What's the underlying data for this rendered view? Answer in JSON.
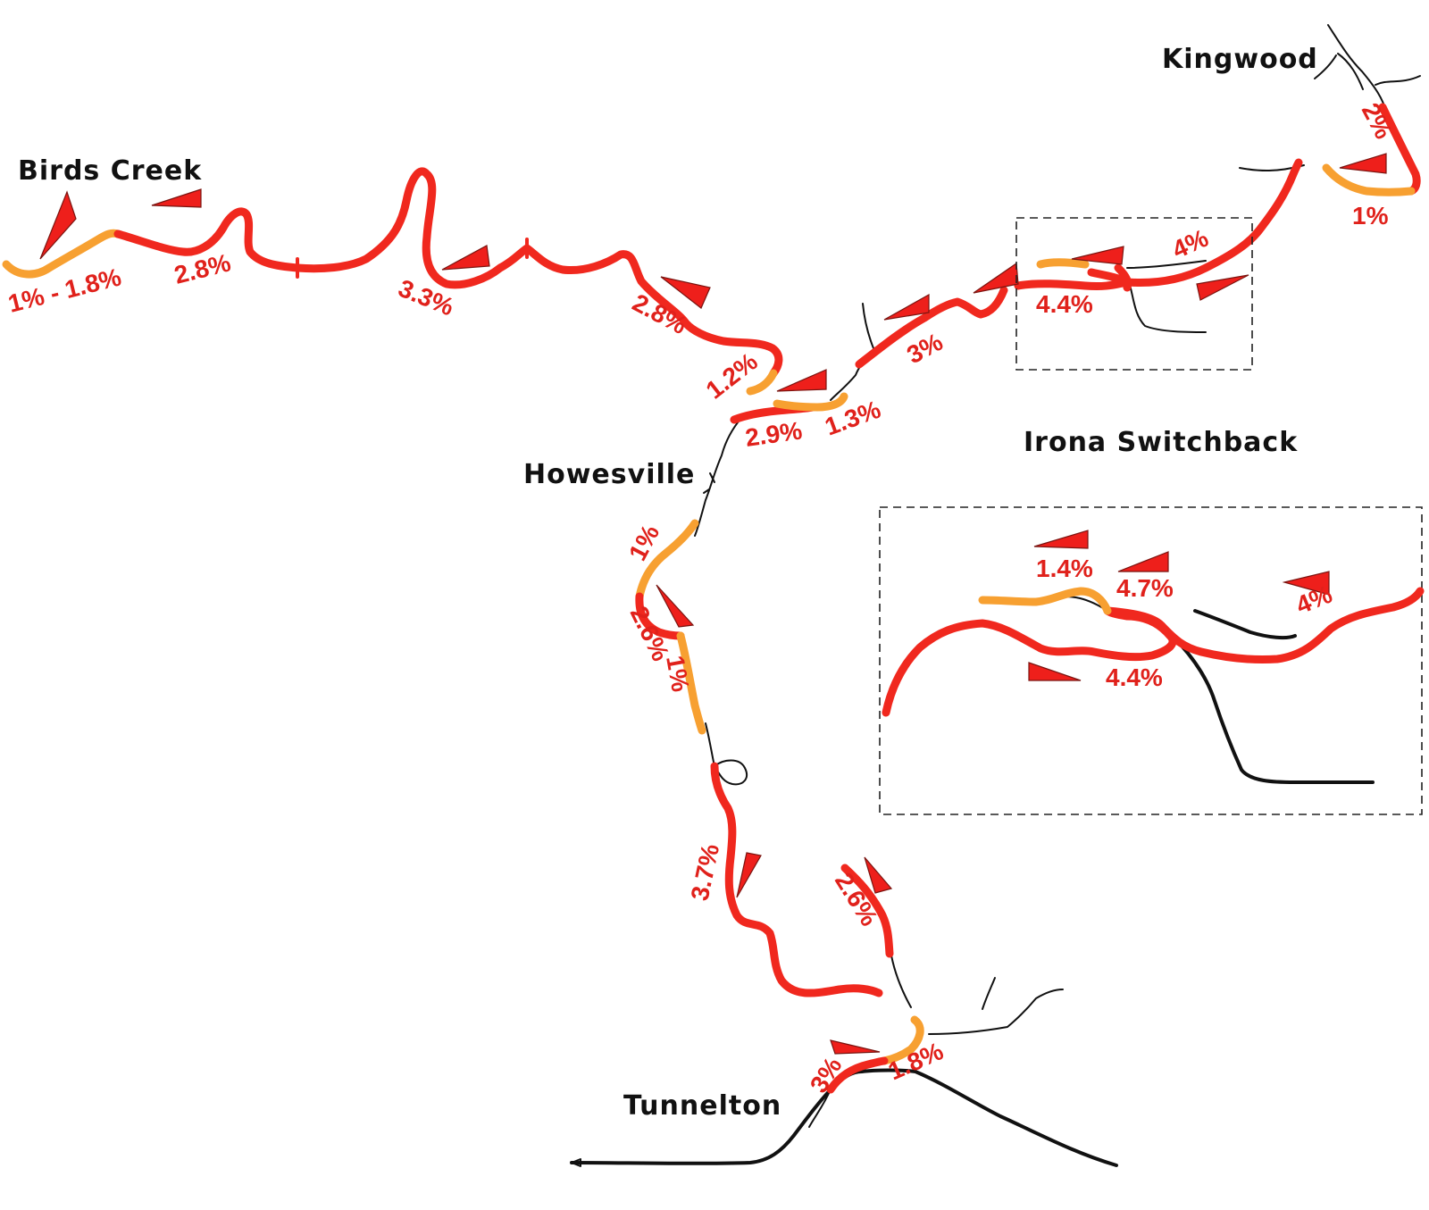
{
  "map": {
    "towns": {
      "birds_creek": "Birds Creek",
      "kingwood": "Kingwood",
      "howesville": "Howesville",
      "tunnelton": "Tunnelton"
    },
    "inset_title": "Irona Switchback",
    "grades": {
      "g1": "1% - 1.8%",
      "g2": "2.8%",
      "g3": "3.3%",
      "g4": "2.8%",
      "g5": "1.2%",
      "g6": "2.9%",
      "g7": "1.3%",
      "g8": "3%",
      "g9": "4.4%",
      "g10": "4%",
      "g11": "2%",
      "g12": "1%",
      "g13": "1%",
      "g14": "2.6%",
      "g15": "1%",
      "g16": "3.7%",
      "g17": "2.6%",
      "g18": "3%",
      "g19": "1.8%"
    },
    "inset_grades": {
      "i1": "1.4%",
      "i2": "4.7%",
      "i3": "4%",
      "i4": "4.4%"
    },
    "colors": {
      "steep_grade": "#f0281e",
      "moderate_grade": "#f7a031",
      "rail_line": "#111111",
      "grade_label": "#e0211b"
    },
    "icons": [
      "grade-wedge-icon"
    ]
  }
}
